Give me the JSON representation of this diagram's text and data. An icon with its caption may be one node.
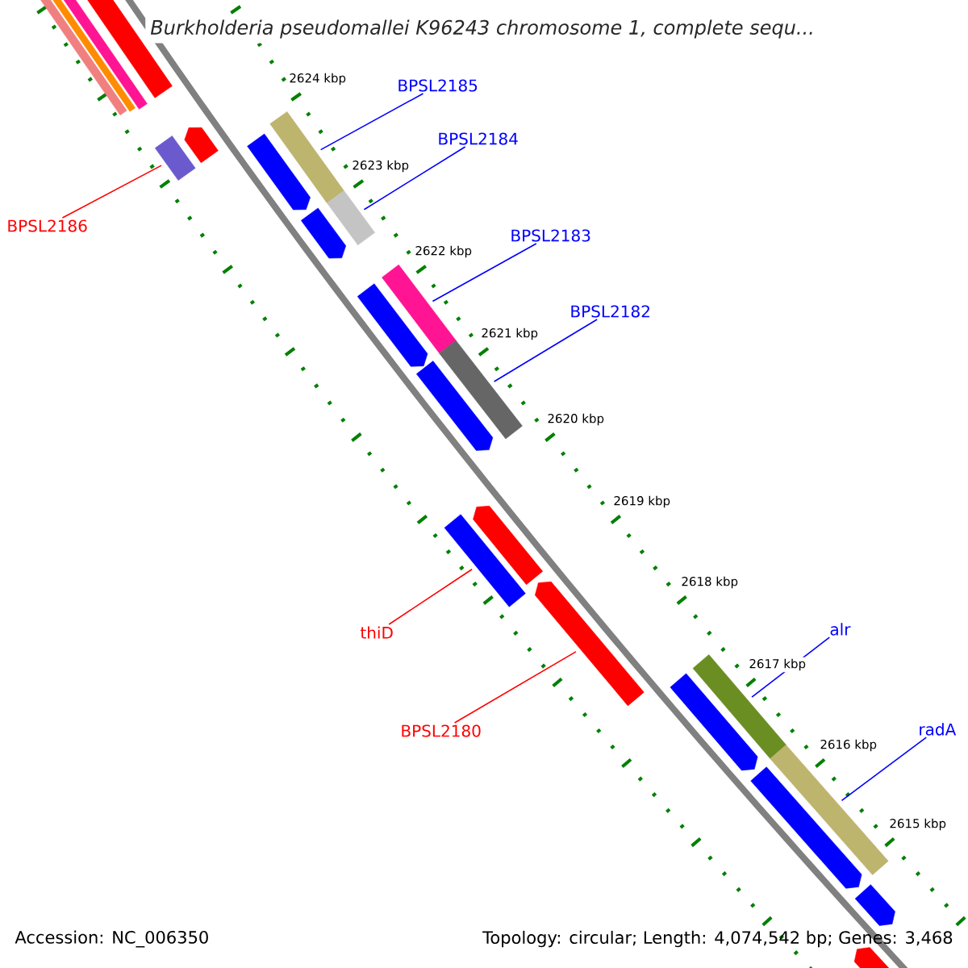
{
  "diagram": {
    "title": "Burkholderia pseudomallei K96243 chromosome 1, complete sequ...",
    "nodes": [
      {
        "text": [
          "BPSL2185"
        ]
      },
      {
        "text": [
          "BPSL2184"
        ]
      },
      {
        "text": [
          "BPSL2186"
        ]
      },
      {
        "text": [
          "BPSL2183"
        ]
      },
      {
        "text": [
          "BPSL2182"
        ]
      },
      {
        "text": [
          "alr"
        ]
      },
      {
        "text": [
          "thiD"
        ]
      },
      {
        "text": [
          "radA"
        ]
      },
      {
        "text": [
          "BPSL2180"
        ]
      },
      {
        "text": [],
        "shape": "bar"
      },
      {
        "text": [],
        "shape": "bar"
      },
      {
        "text": [],
        "shape": "bar"
      },
      {
        "text": [],
        "shape": "bar"
      },
      {
        "text": [],
        "shape": "bar"
      },
      {
        "text": [],
        "shape": "arrow"
      },
      {
        "text": [],
        "shape": "arrow"
      },
      {
        "text": [],
        "shape": "bar"
      },
      {
        "text": [],
        "shape": "bar"
      },
      {
        "text": [],
        "shape": "arrow"
      },
      {
        "text": [],
        "shape": "bar"
      },
      {
        "text": [],
        "shape": "arrow"
      },
      {
        "text": [],
        "shape": "bar"
      },
      {
        "text": [],
        "shape": "arrow"
      },
      {
        "text": [],
        "shape": "arrow"
      },
      {
        "text": [],
        "shape": "bar"
      },
      {
        "text": [],
        "shape": "arrow"
      },
      {
        "text": [],
        "shape": "bar"
      },
      {
        "text": [],
        "shape": "arrow"
      },
      {
        "text": [],
        "shape": "bar"
      },
      {
        "text": [],
        "shape": "arrow"
      },
      {
        "text": [],
        "shape": "arrow"
      },
      {
        "text": [],
        "shape": "arrow"
      }
    ],
    "edges": [
      {
        "from": 0,
        "to": 13,
        "arrow": "none"
      },
      {
        "from": 1,
        "to": 17,
        "arrow": "none"
      },
      {
        "from": 2,
        "to": 16,
        "arrow": "none",
        "color": "#ff0000"
      },
      {
        "from": 3,
        "to": 19,
        "arrow": "none"
      },
      {
        "from": 4,
        "to": 21,
        "arrow": "none"
      },
      {
        "from": 5,
        "to": 26,
        "arrow": "none"
      },
      {
        "from": 6,
        "to": 24,
        "arrow": "none",
        "color": "#ff0000"
      },
      {
        "from": 7,
        "to": 28,
        "arrow": "none"
      },
      {
        "from": 8,
        "to": 25,
        "arrow": "none",
        "color": "#ff0000"
      }
    ],
    "labels": [
      "2624 kbp",
      "2623 kbp",
      "2622 kbp",
      "2621 kbp",
      "2620 kbp",
      "2619 kbp",
      "2618 kbp",
      "2617 kbp",
      "2616 kbp",
      "2615 kbp",
      "Accession: NC_006350",
      "Topology: circular; Length: 4,074,542 bp; Genes: 3,468"
    ]
  }
}
